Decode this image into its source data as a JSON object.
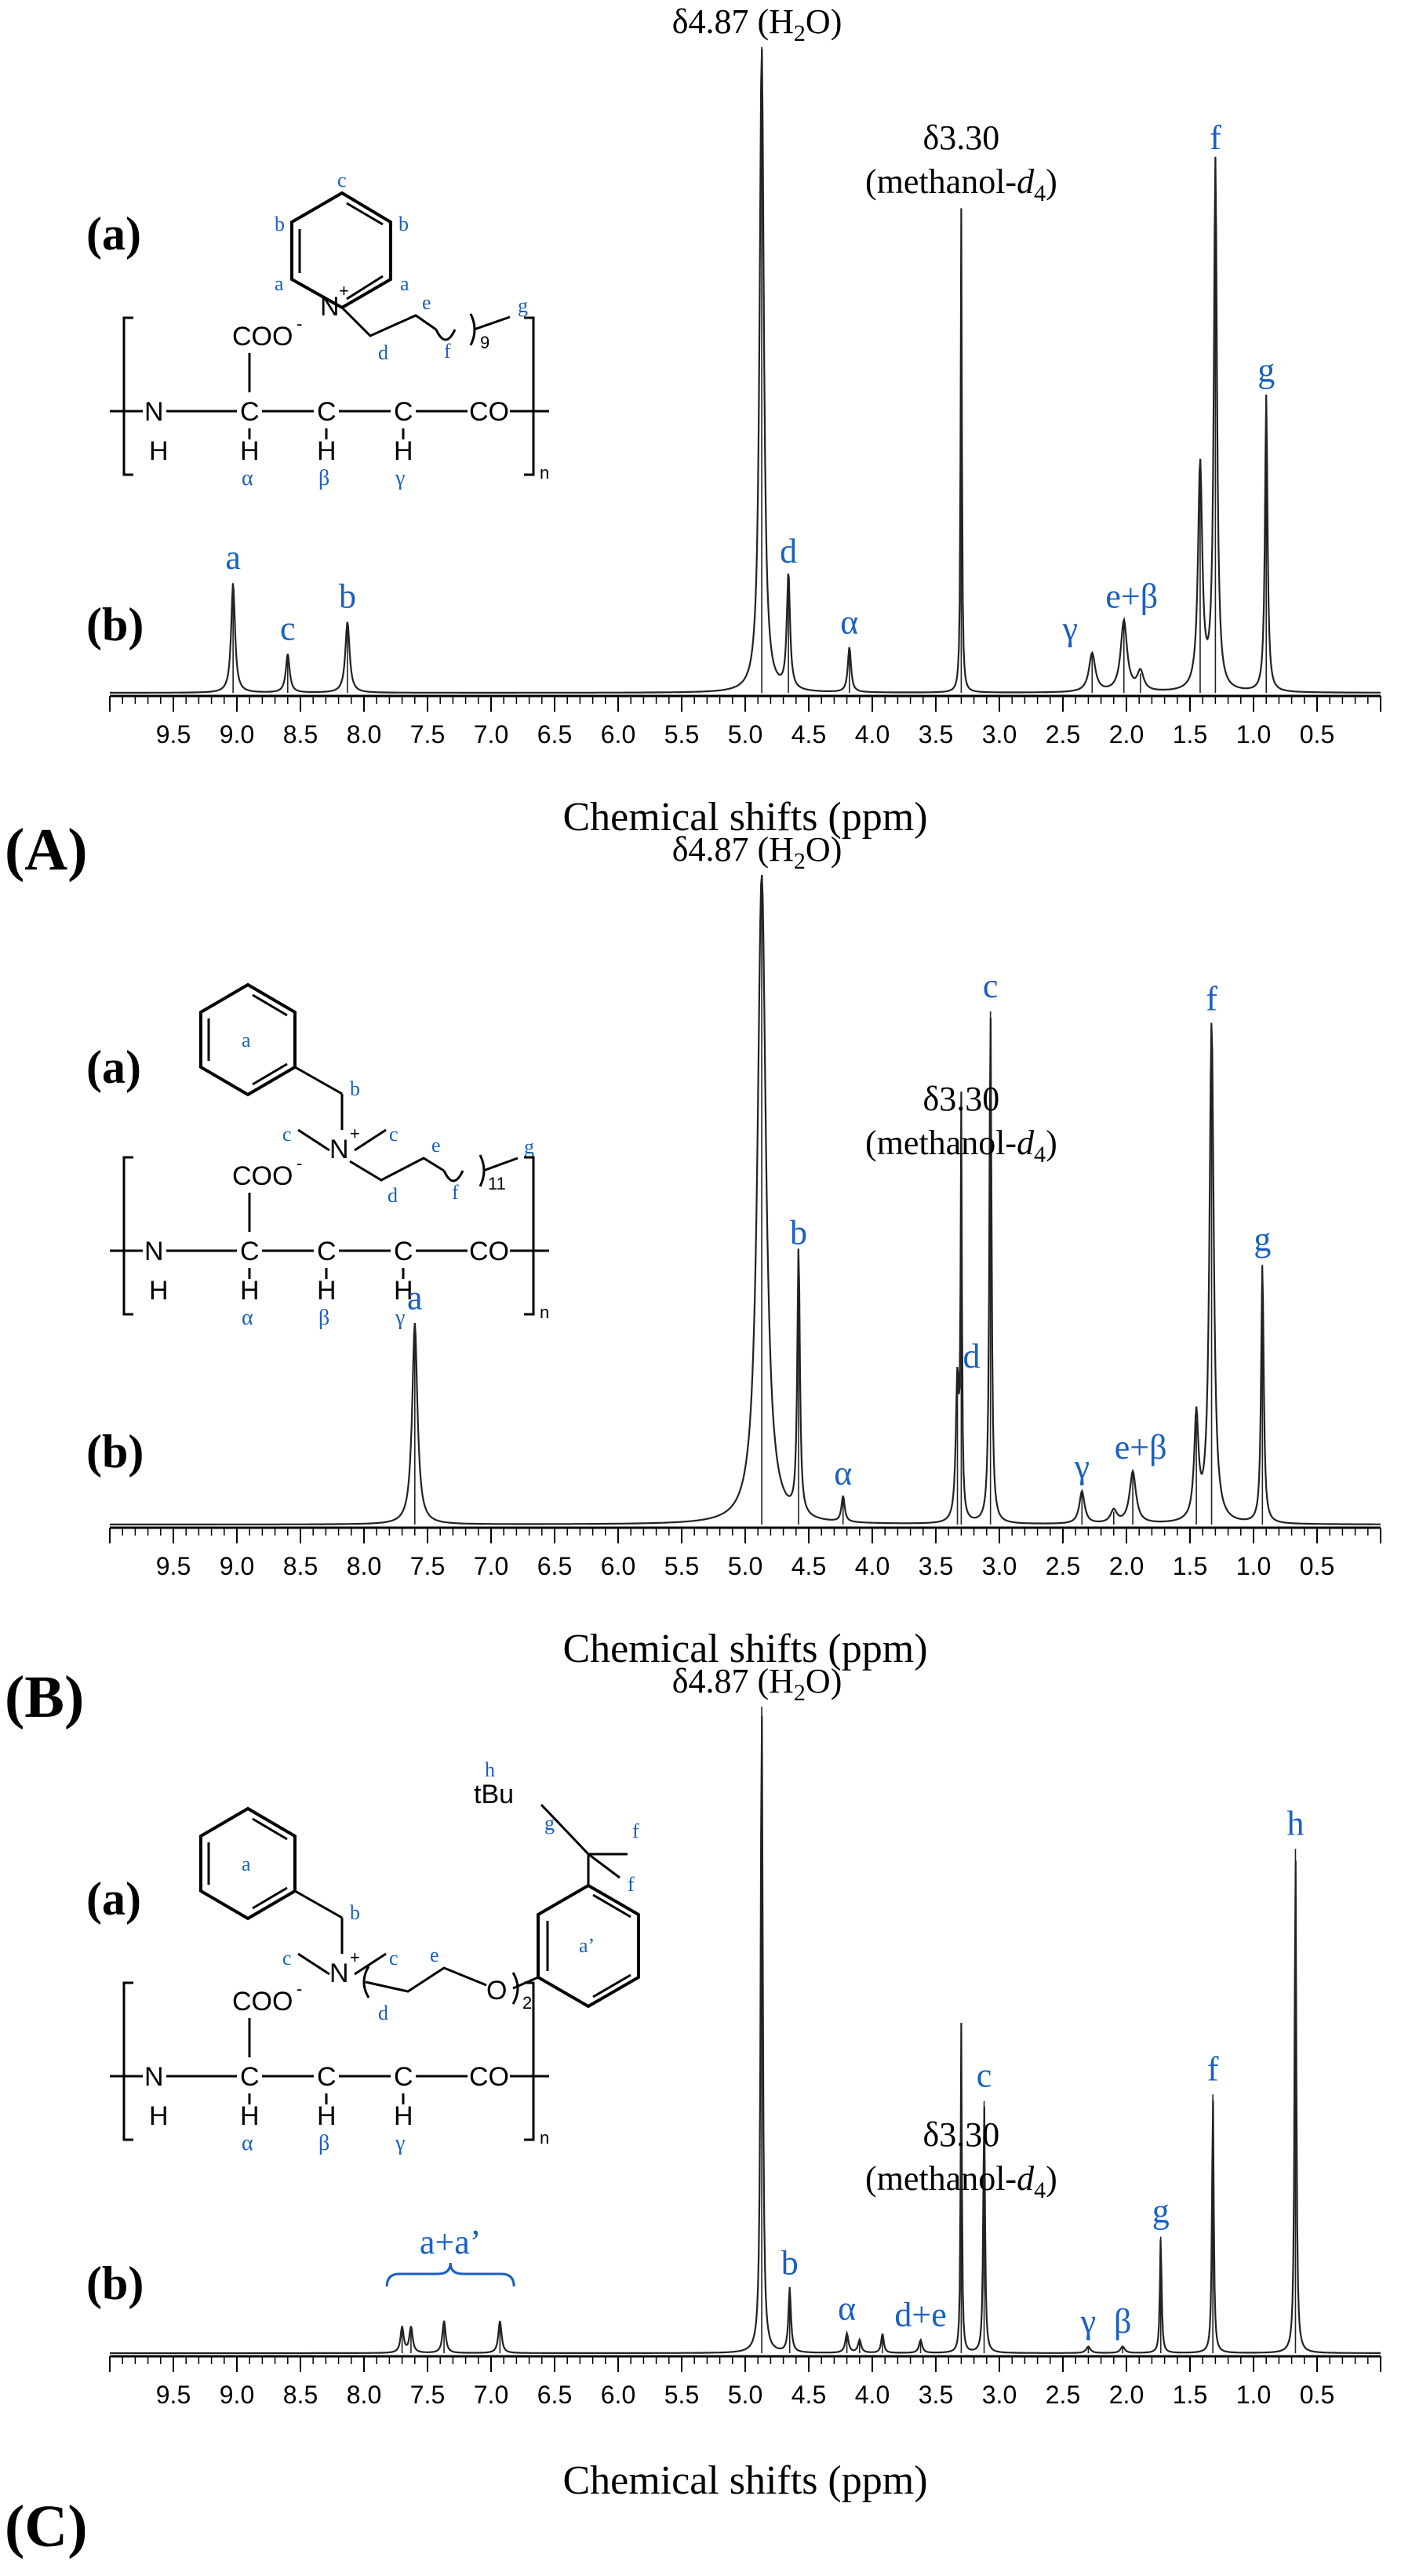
{
  "chart_data": [
    {
      "type": "line",
      "panel": "(A)",
      "structure_label": "(a)",
      "spectrum_label": "(b)",
      "xlabel": "Chemical shifts (ppm)",
      "xlim": [
        10.0,
        0.0
      ],
      "reversed_x": true,
      "x_ticks": [
        9.5,
        9.0,
        8.5,
        8.0,
        7.5,
        7.0,
        6.5,
        6.0,
        5.5,
        5.0,
        4.5,
        4.0,
        3.5,
        3.0,
        2.5,
        2.0,
        1.5,
        1.0,
        0.5
      ],
      "x_tick_labels": [
        "9.5",
        "9.0",
        "8.5",
        "8.0",
        "7.5",
        "7.0",
        "6.5",
        "6.0",
        "5.5",
        "5.0",
        "4.5",
        "4.0",
        "3.5",
        "3.0",
        "2.5",
        "2.0",
        "1.5",
        "1.0",
        "0.5"
      ],
      "series": [
        {
          "peaks": [
            {
              "x": 9.03,
              "y": 0.17,
              "w": 0.018,
              "label": "a"
            },
            {
              "x": 8.6,
              "y": 0.06,
              "w": 0.018,
              "label": "c"
            },
            {
              "x": 8.13,
              "y": 0.11,
              "w": 0.02,
              "label": "b"
            },
            {
              "x": 4.87,
              "y": 1.0,
              "w": 0.02,
              "label": "δ4.87 (H2O)"
            },
            {
              "x": 4.66,
              "y": 0.18,
              "w": 0.015,
              "label": "d"
            },
            {
              "x": 4.18,
              "y": 0.07,
              "w": 0.015,
              "label": "α"
            },
            {
              "x": 3.3,
              "y": 0.75,
              "w": 0.006,
              "label": "δ3.30 (methanol-d4)"
            },
            {
              "x": 2.27,
              "y": 0.06,
              "w": 0.03,
              "label": "γ"
            },
            {
              "x": 2.02,
              "y": 0.11,
              "w": 0.03,
              "label": "e+β"
            },
            {
              "x": 1.89,
              "y": 0.03,
              "w": 0.03
            },
            {
              "x": 1.42,
              "y": 0.35,
              "w": 0.02
            },
            {
              "x": 1.3,
              "y": 0.82,
              "w": 0.015,
              "label": "f"
            },
            {
              "x": 0.9,
              "y": 0.46,
              "w": 0.012,
              "label": "g"
            }
          ]
        }
      ],
      "annotations": {
        "water": {
          "main": "δ4.87 (H",
          "sub": "2",
          "tail": "O)"
        },
        "methanol": {
          "line1": "δ3.30",
          "line2_pre": "(methanol-",
          "line2_it": "d",
          "line2_sub": "4",
          "line2_post": ")"
        }
      }
    },
    {
      "type": "line",
      "panel": "(B)",
      "structure_label": "(a)",
      "spectrum_label": "(b)",
      "xlabel": "Chemical shifts (ppm)",
      "xlim": [
        10.0,
        0.0
      ],
      "reversed_x": true,
      "x_ticks": [
        9.5,
        9.0,
        8.5,
        8.0,
        7.5,
        7.0,
        6.5,
        6.0,
        5.5,
        5.0,
        4.5,
        4.0,
        3.5,
        3.0,
        2.5,
        2.0,
        1.5,
        1.0,
        0.5
      ],
      "x_tick_labels": [
        "9.5",
        "9.0",
        "8.5",
        "8.0",
        "7.5",
        "7.0",
        "6.5",
        "6.0",
        "5.5",
        "5.0",
        "4.5",
        "4.0",
        "3.5",
        "3.0",
        "2.5",
        "2.0",
        "1.5",
        "1.0",
        "0.5"
      ],
      "series": [
        {
          "peaks": [
            {
              "x": 7.6,
              "y": 0.31,
              "w": 0.025,
              "label": "a"
            },
            {
              "x": 4.87,
              "y": 1.0,
              "w": 0.04,
              "label": "δ4.87 (H2O)"
            },
            {
              "x": 4.58,
              "y": 0.41,
              "w": 0.012,
              "label": "b"
            },
            {
              "x": 4.23,
              "y": 0.04,
              "w": 0.015,
              "label": "α"
            },
            {
              "x": 3.33,
              "y": 0.22,
              "w": 0.015,
              "label": "d"
            },
            {
              "x": 3.3,
              "y": 0.62,
              "w": 0.006,
              "label": "δ3.30 (methanol-d4)"
            },
            {
              "x": 3.07,
              "y": 0.79,
              "w": 0.01,
              "label": "c"
            },
            {
              "x": 2.35,
              "y": 0.05,
              "w": 0.025,
              "label": "γ"
            },
            {
              "x": 2.1,
              "y": 0.02,
              "w": 0.03
            },
            {
              "x": 1.95,
              "y": 0.08,
              "w": 0.03,
              "label": "e+β"
            },
            {
              "x": 1.45,
              "y": 0.16,
              "w": 0.02
            },
            {
              "x": 1.33,
              "y": 0.77,
              "w": 0.02,
              "label": "f"
            },
            {
              "x": 0.93,
              "y": 0.4,
              "w": 0.012,
              "label": "g"
            }
          ]
        }
      ],
      "annotations": {
        "water": {
          "main": "δ4.87 (H",
          "sub": "2",
          "tail": "O)"
        },
        "methanol": {
          "line1": "δ3.30",
          "line2_pre": "(methanol-",
          "line2_it": "d",
          "line2_sub": "4",
          "line2_post": ")"
        }
      }
    },
    {
      "type": "line",
      "panel": "(C)",
      "structure_label": "(a)",
      "spectrum_label": "(b)",
      "xlabel": "Chemical shifts (ppm)",
      "xlim": [
        10.0,
        0.0
      ],
      "reversed_x": true,
      "x_ticks": [
        9.5,
        9.0,
        8.5,
        8.0,
        7.5,
        7.0,
        6.5,
        6.0,
        5.5,
        5.0,
        4.5,
        4.0,
        3.5,
        3.0,
        2.5,
        2.0,
        1.5,
        1.0,
        0.5
      ],
      "x_tick_labels": [
        "9.5",
        "9.0",
        "8.5",
        "8.0",
        "7.5",
        "7.0",
        "6.5",
        "6.0",
        "5.5",
        "5.0",
        "4.5",
        "4.0",
        "3.5",
        "3.0",
        "2.5",
        "2.0",
        "1.5",
        "1.0",
        "0.5"
      ],
      "series": [
        {
          "peaks": [
            {
              "x": 7.7,
              "y": 0.04,
              "w": 0.015
            },
            {
              "x": 7.63,
              "y": 0.04,
              "w": 0.015
            },
            {
              "x": 7.37,
              "y": 0.05,
              "w": 0.015
            },
            {
              "x": 6.93,
              "y": 0.05,
              "w": 0.015
            },
            {
              "x": 4.87,
              "y": 1.0,
              "w": 0.01,
              "label": "δ4.87 (H2O)"
            },
            {
              "x": 4.65,
              "y": 0.1,
              "w": 0.012,
              "label": "b"
            },
            {
              "x": 4.2,
              "y": 0.03,
              "w": 0.015,
              "label": "α"
            },
            {
              "x": 4.1,
              "y": 0.02,
              "w": 0.015
            },
            {
              "x": 3.92,
              "y": 0.03,
              "w": 0.012
            },
            {
              "x": 3.62,
              "y": 0.02,
              "w": 0.015,
              "label": "d+e"
            },
            {
              "x": 3.3,
              "y": 0.51,
              "w": 0.006,
              "label": "δ3.30 (methanol-d4)"
            },
            {
              "x": 3.12,
              "y": 0.39,
              "w": 0.008,
              "label": "c"
            },
            {
              "x": 2.3,
              "y": 0.01,
              "w": 0.02,
              "label": "γ"
            },
            {
              "x": 2.03,
              "y": 0.01,
              "w": 0.02,
              "label": "β"
            },
            {
              "x": 1.73,
              "y": 0.18,
              "w": 0.008,
              "label": "g"
            },
            {
              "x": 1.32,
              "y": 0.4,
              "w": 0.008,
              "label": "f"
            },
            {
              "x": 0.67,
              "y": 0.78,
              "w": 0.008,
              "label": "h"
            }
          ]
        }
      ],
      "bracket_label": "a+a’",
      "annotations": {
        "water": {
          "main": "δ4.87 (H",
          "sub": "2",
          "tail": "O)"
        },
        "methanol": {
          "line1": "δ3.30",
          "line2_pre": "(methanol-",
          "line2_it": "d",
          "line2_sub": "4",
          "line2_post": ")"
        }
      }
    }
  ],
  "structures": {
    "common": {
      "coo": "COO",
      "coo_charge": "-",
      "n_atom": "N",
      "c_atom": "C",
      "co": "CO",
      "h_atom": "H",
      "repeat": "n",
      "alpha": "α",
      "beta": "β",
      "gamma": "γ",
      "plus": "+"
    },
    "A": {
      "a": "a",
      "b": "b",
      "c": "c",
      "d": "d",
      "e": "e",
      "f": "f",
      "g": "g",
      "count": "9"
    },
    "B": {
      "a": "a",
      "b": "b",
      "c": "c",
      "d": "d",
      "e": "e",
      "f": "f",
      "g": "g",
      "count": "11"
    },
    "C": {
      "a": "a",
      "ap": "a’",
      "b": "b",
      "c": "c",
      "d": "d",
      "e": "e",
      "f": "f",
      "g": "g",
      "h": "h",
      "o": "O",
      "count": "2",
      "tbu": "tBu"
    }
  }
}
